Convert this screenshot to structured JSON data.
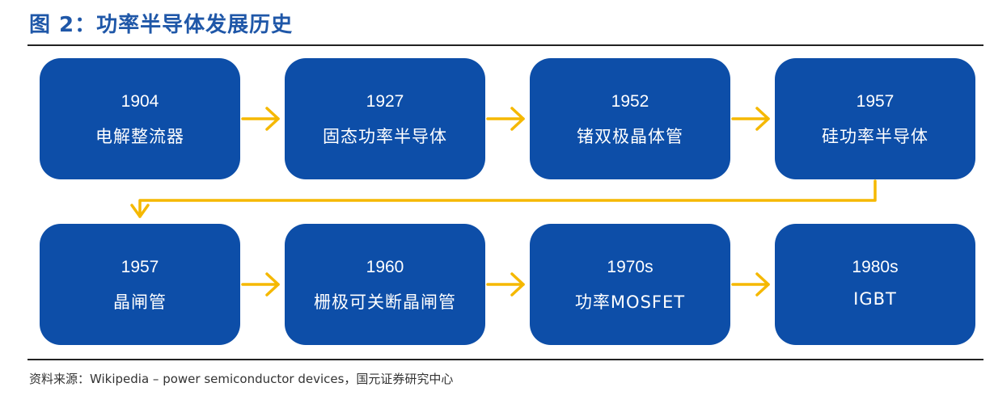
{
  "figure": {
    "title": "图 2：功率半导体发展历史",
    "source": "资料来源：Wikipedia – power semiconductor devices，国元证券研究中心"
  },
  "diagram": {
    "accent_color": "#0d4ea8",
    "arrow_color": "#f5b800",
    "rows": [
      [
        {
          "year": "1904",
          "name": "电解整流器"
        },
        {
          "year": "1927",
          "name": "固态功率半导体"
        },
        {
          "year": "1952",
          "name": "锗双极晶体管"
        },
        {
          "year": "1957",
          "name": "硅功率半导体"
        }
      ],
      [
        {
          "year": "1957",
          "name": "晶闸管"
        },
        {
          "year": "1960",
          "name": "栅极可关断晶闸管"
        },
        {
          "year": "1970s",
          "name": "功率MOSFET"
        },
        {
          "year": "1980s",
          "name": "IGBT"
        }
      ]
    ]
  }
}
